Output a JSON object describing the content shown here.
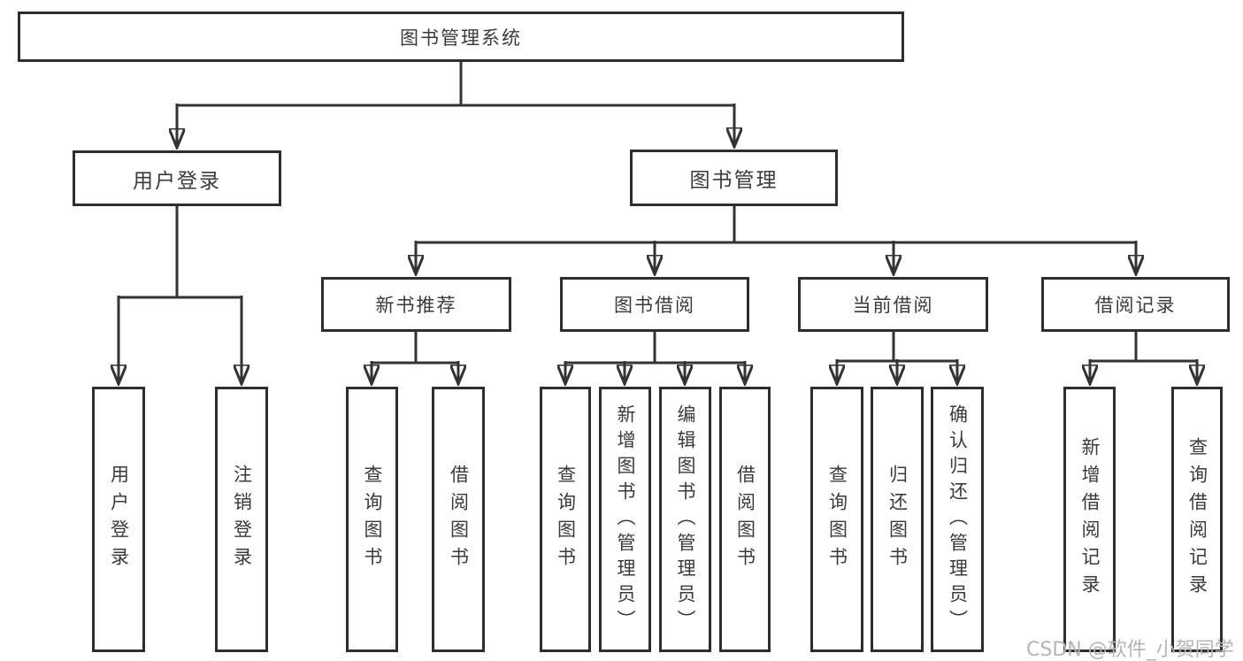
{
  "nodes": {
    "root": {
      "label": "图书管理系统"
    },
    "user_login": {
      "label": "用户登录"
    },
    "book_management": {
      "label": "图书管理"
    },
    "new_book_recommend": {
      "label": "新书推荐"
    },
    "book_borrowing": {
      "label": "图书借阅"
    },
    "current_borrowing": {
      "label": "当前借阅"
    },
    "borrowing_records": {
      "label": "借阅记录"
    },
    "leaf_user_login": {
      "label": "用户登录"
    },
    "leaf_logout": {
      "label": "注销登录"
    },
    "leaf_nb_query_books": {
      "label": "查询图书"
    },
    "leaf_nb_borrow_books": {
      "label": "借阅图书"
    },
    "leaf_bb_query_books": {
      "label": "查询图书"
    },
    "leaf_bb_add_books": {
      "label": "新增图书（管理员）"
    },
    "leaf_bb_edit_books": {
      "label": "编辑图书（管理员）"
    },
    "leaf_bb_borrow_books": {
      "label": "借阅图书"
    },
    "leaf_cb_query_books": {
      "label": "查询图书"
    },
    "leaf_cb_return_books": {
      "label": "归还图书"
    },
    "leaf_cb_confirm_return": {
      "label": "确认归还（管理员）"
    },
    "leaf_br_add_record": {
      "label": "新增借阅记录"
    },
    "leaf_br_query_record": {
      "label": "查询借阅记录"
    }
  },
  "hierarchy": {
    "图书管理系统": {
      "用户登录": [
        "用户登录",
        "注销登录"
      ],
      "图书管理": {
        "新书推荐": [
          "查询图书",
          "借阅图书"
        ],
        "图书借阅": [
          "查询图书",
          "新增图书（管理员）",
          "编辑图书（管理员）",
          "借阅图书"
        ],
        "当前借阅": [
          "查询图书",
          "归还图书",
          "确认归还（管理员）"
        ],
        "借阅记录": [
          "新增借阅记录",
          "查询借阅记录"
        ]
      }
    }
  },
  "watermark": {
    "text": "CSDN @软件_小贺同学"
  },
  "colors": {
    "line": "#333333",
    "box_border": "#2d2d2d",
    "text": "#3a3a3a",
    "watermark": "#b5b5b5",
    "background": "#ffffff"
  }
}
